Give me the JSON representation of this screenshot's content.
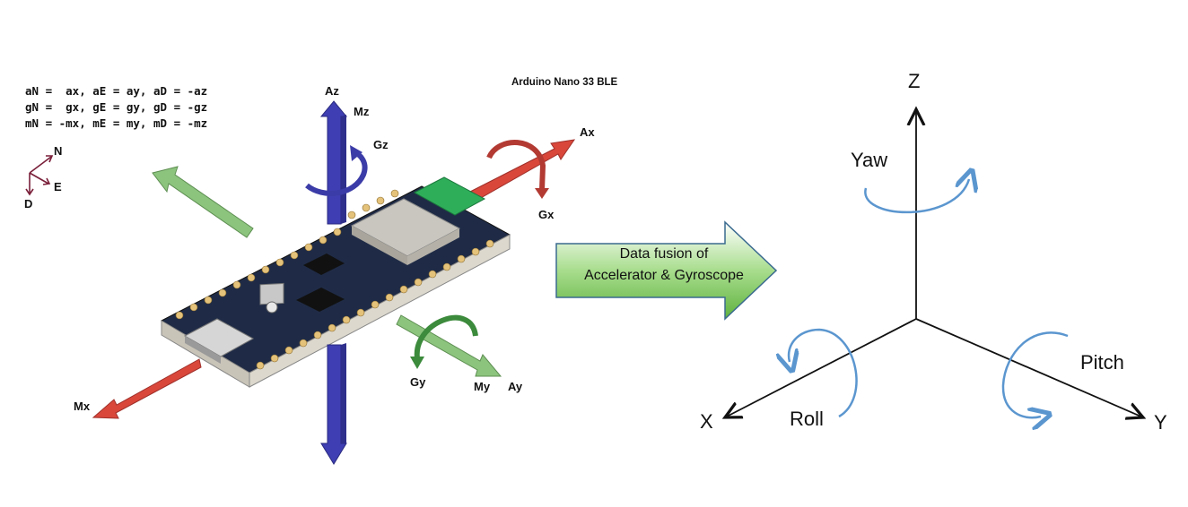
{
  "equations": [
    "aN =  ax, aE = ay, aD = -az",
    "gN =  gx, gE = gy, gD = -gz",
    "mN = -mx, mE = my, mD = -mz"
  ],
  "board_title": "Arduino Nano 33 BLE",
  "ned_labels": {
    "n": "N",
    "e": "E",
    "d": "D"
  },
  "sensor_axes": {
    "az": "Az",
    "mz": "Mz",
    "gz": "Gz",
    "ax": "Ax",
    "gx": "Gx",
    "mx": "Mx",
    "gy": "Gy",
    "my": "My",
    "ay": "Ay"
  },
  "fusion": {
    "line1": "Data fusion of",
    "line2": "Accelerator & Gyroscope"
  },
  "frame_axes": {
    "z": "Z",
    "x": "X",
    "y": "Y"
  },
  "rotations": {
    "yaw": "Yaw",
    "roll": "Roll",
    "pitch": "Pitch"
  },
  "colors": {
    "red_arrow": "#d9473b",
    "blue_arrow": "#3f3fb3",
    "green_arrow": "#8cc47e",
    "fusion_green": "#6ebc56",
    "rotation_blue": "#5b96cf",
    "board_navy": "#1f2b46"
  }
}
